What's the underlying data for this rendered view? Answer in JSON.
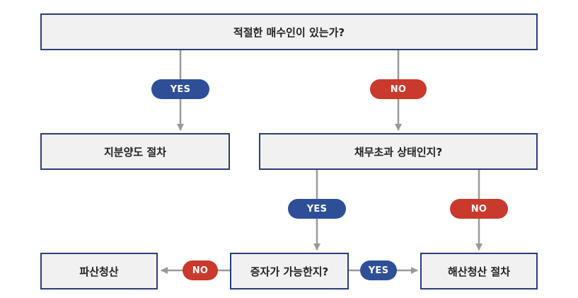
{
  "colors": {
    "box_border": "#283e78",
    "box_fill": "#f1f1f1",
    "connector": "#999999",
    "yes_pill": "#2e4f98",
    "no_pill": "#c9392c",
    "pill_text": "#ffffff"
  },
  "nodes": {
    "root": {
      "label": "적절한 매수인이 있는가?"
    },
    "transfer": {
      "label": "지분양도 절차"
    },
    "insolvency": {
      "label": "채무초과 상태인지?"
    },
    "bankruptcy": {
      "label": "파산청산"
    },
    "capital_increase": {
      "label": "증자가 가능한지?"
    },
    "dissolution": {
      "label": "해산청산 절차"
    }
  },
  "edges": {
    "root_yes": {
      "label": "YES"
    },
    "root_no": {
      "label": "NO"
    },
    "insolvency_yes": {
      "label": "YES"
    },
    "insolvency_no": {
      "label": "NO"
    },
    "capital_no": {
      "label": "NO"
    },
    "capital_yes": {
      "label": "YES"
    }
  }
}
